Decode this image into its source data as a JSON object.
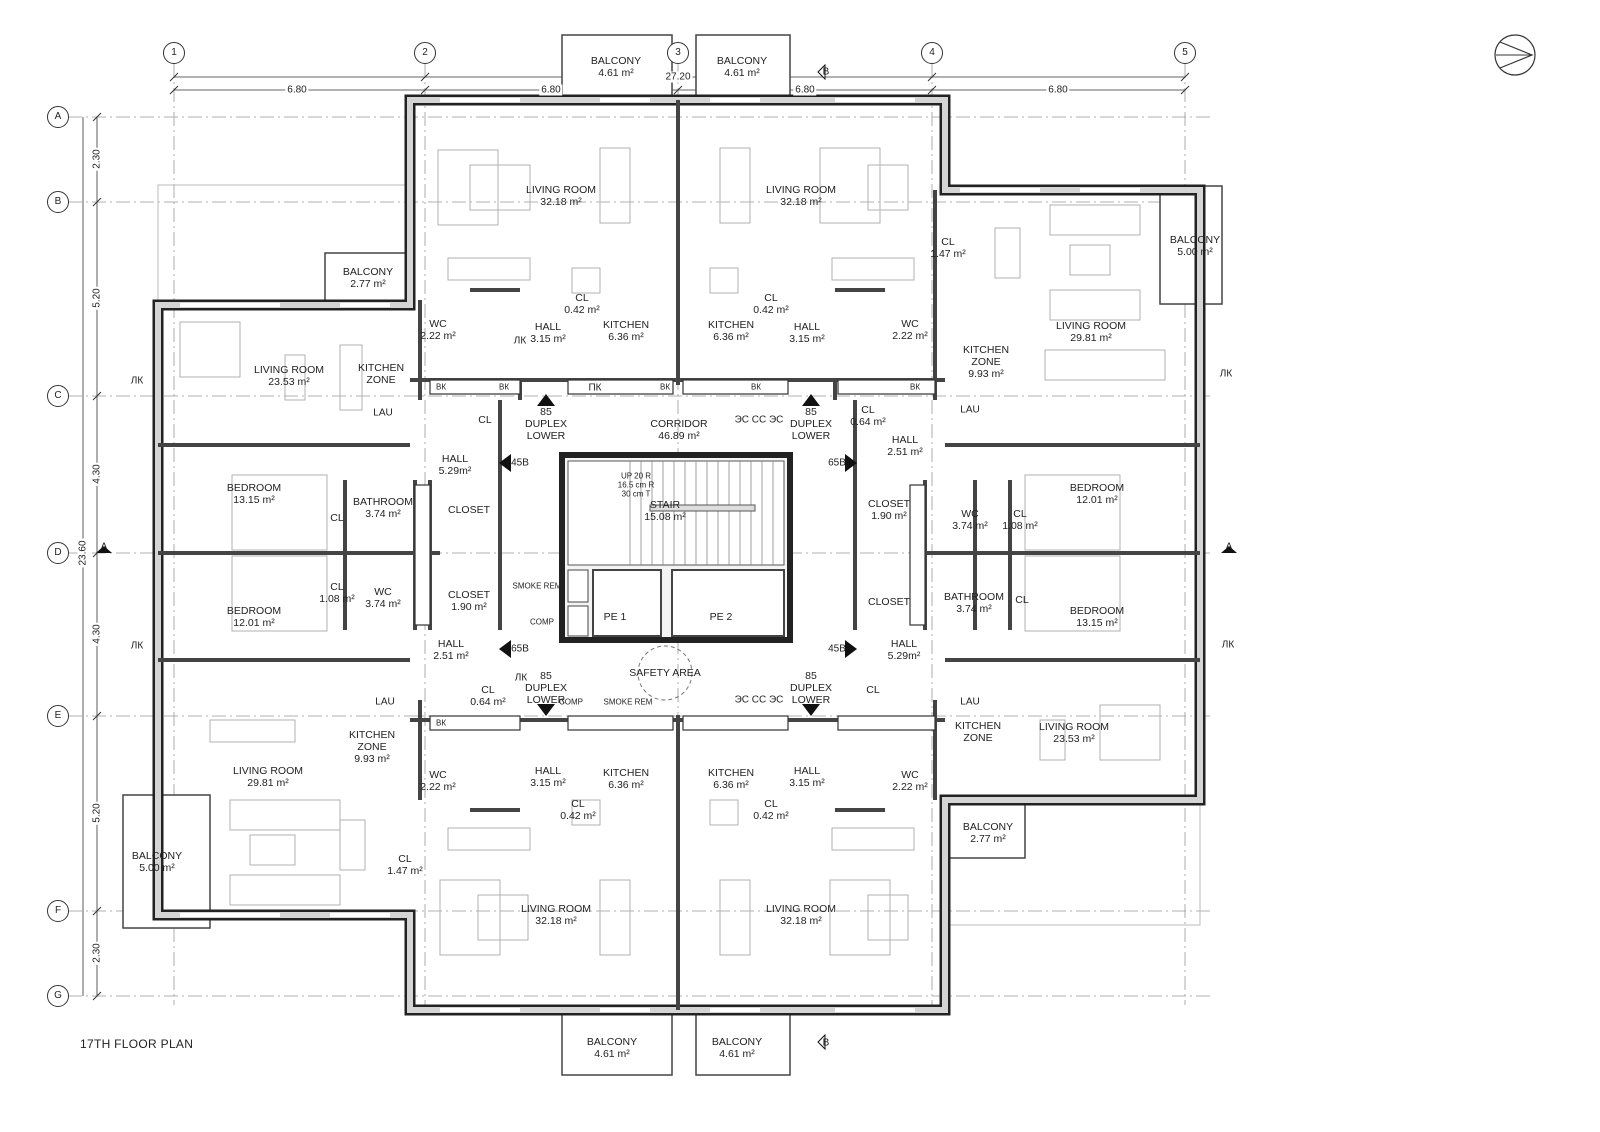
{
  "title": "17TH FLOOR PLAN",
  "grid": {
    "columns": [
      "1",
      "2",
      "3",
      "4",
      "5"
    ],
    "rows": [
      "A",
      "B",
      "C",
      "D",
      "E",
      "F",
      "G"
    ]
  },
  "dimensions": {
    "top_overall": "27.20",
    "top_spans": [
      "6.80",
      "6.80",
      "6.80",
      "6.80"
    ],
    "left_overall": "23.60",
    "left_spans": [
      "2.30",
      "5.20",
      "4.30",
      "4.30",
      "5.20",
      "2.30"
    ]
  },
  "rooms": [
    {
      "name": "BALCONY",
      "area": "4.61 m²"
    },
    {
      "name": "BALCONY",
      "area": "4.61 m²"
    },
    {
      "name": "LIVING ROOM",
      "area": "32.18 m²"
    },
    {
      "name": "LIVING ROOM",
      "area": "32.18 m²"
    },
    {
      "name": "BALCONY",
      "area": "2.77 m²"
    },
    {
      "name": "CL",
      "area": "0.42 m²"
    },
    {
      "name": "CL",
      "area": "0.42 m²"
    },
    {
      "name": "WC",
      "area": "2.22 m²"
    },
    {
      "name": "WC",
      "area": "2.22 m²"
    },
    {
      "name": "HALL",
      "area": "3.15 m²"
    },
    {
      "name": "HALL",
      "area": "3.15 m²"
    },
    {
      "name": "KITCHEN",
      "area": "6.36 m²"
    },
    {
      "name": "KITCHEN",
      "area": "6.36 m²"
    },
    {
      "name": "LIVING ROOM",
      "area": "23.53 m²"
    },
    {
      "name": "KITCHEN ZONE",
      "area": ""
    },
    {
      "name": "CL",
      "area": "1.47 m²"
    },
    {
      "name": "BALCONY",
      "area": "5.00  m²"
    },
    {
      "name": "LIVING ROOM",
      "area": "29.81  m²"
    },
    {
      "name": "KITCHEN ZONE",
      "area": "9.93  m²"
    },
    {
      "name": "CORRIDOR",
      "area": "46.89 m²"
    },
    {
      "name": "CL",
      "area": ""
    },
    {
      "name": "CL",
      "area": "0.64 m²"
    },
    {
      "name": "HALL",
      "area": "5.29m²"
    },
    {
      "name": "HALL",
      "area": "2.51 m²"
    },
    {
      "name": "BEDROOM",
      "area": "13.15  m²"
    },
    {
      "name": "BEDROOM",
      "area": "12.01  m²"
    },
    {
      "name": "STAIR",
      "area": "15.08 m²"
    },
    {
      "name": "BATHROOM",
      "area": "3.74 m²"
    },
    {
      "name": "CL",
      "area": ""
    },
    {
      "name": "CLOSET",
      "area": ""
    },
    {
      "name": "CLOSET",
      "area": "1.90 m²"
    },
    {
      "name": "WC",
      "area": "3.74 m²"
    },
    {
      "name": "CL",
      "area": "1.08 m²"
    },
    {
      "name": "BEDROOM",
      "area": "12.01  m²"
    },
    {
      "name": "CL",
      "area": "1.08 m²"
    },
    {
      "name": "WC",
      "area": "3.74 m²"
    },
    {
      "name": "CLOSET",
      "area": "1.90 m²"
    },
    {
      "name": "PE 1",
      "area": ""
    },
    {
      "name": "PE 2",
      "area": ""
    },
    {
      "name": "CLOSET",
      "area": ""
    },
    {
      "name": "BATHROOM",
      "area": "3.74 m²"
    },
    {
      "name": "CL",
      "area": ""
    },
    {
      "name": "BEDROOM",
      "area": "13.15  m²"
    },
    {
      "name": "HALL",
      "area": "2.51 m²"
    },
    {
      "name": "HALL",
      "area": "5.29m²"
    },
    {
      "name": "SAFETY AREA",
      "area": ""
    },
    {
      "name": "CL",
      "area": "0.64 m²"
    },
    {
      "name": "CL",
      "area": ""
    },
    {
      "name": "KITCHEN ZONE",
      "area": "9.93  m²"
    },
    {
      "name": "KITCHEN ZONE",
      "area": ""
    },
    {
      "name": "LIVING ROOM",
      "area": "23.53 m²"
    },
    {
      "name": "LIVING ROOM",
      "area": "29.81  m²"
    },
    {
      "name": "HALL",
      "area": "3.15 m²"
    },
    {
      "name": "HALL",
      "area": "3.15 m²"
    },
    {
      "name": "KITCHEN",
      "area": "6.36 m²"
    },
    {
      "name": "KITCHEN",
      "area": "6.36 m²"
    },
    {
      "name": "WC",
      "area": "2.22 m²"
    },
    {
      "name": "WC",
      "area": "2.22 m²"
    },
    {
      "name": "CL",
      "area": "0.42 m²"
    },
    {
      "name": "CL",
      "area": "0.42 m²"
    },
    {
      "name": "BALCONY",
      "area": "2.77 m²"
    },
    {
      "name": "CL",
      "area": "1.47 m²"
    },
    {
      "name": "BALCONY",
      "area": "5.00  m²"
    },
    {
      "name": "LIVING ROOM",
      "area": "32.18 m²"
    },
    {
      "name": "LIVING ROOM",
      "area": "32.18 m²"
    },
    {
      "name": "BALCONY",
      "area": "4.61 m²"
    },
    {
      "name": "BALCONY",
      "area": "4.61 m²"
    }
  ],
  "annotations": [
    "85 DUPLEX LOWER",
    "85 DUPLEX LOWER",
    "85 DUPLEX LOWER",
    "85 DUPLEX LOWER",
    "ЭС СС  ЭС",
    "ЭС СС  ЭС",
    "LAU",
    "LAU",
    "LAU",
    "LAU",
    "45B",
    "65B",
    "65B",
    "45B",
    "ЛК",
    "ЛК",
    "ЛК",
    "ЛК",
    "ЛК",
    "ЛК",
    "ПК",
    "UP 20 R",
    "16.5 cm R",
    "30 cm T",
    "SMOKE REM",
    "SMOKE REM",
    "COMP",
    "COMP",
    "ВК",
    "ВК",
    "ВК",
    "ВК",
    "ВК",
    "ВК",
    "A",
    "A",
    "B",
    "B"
  ]
}
